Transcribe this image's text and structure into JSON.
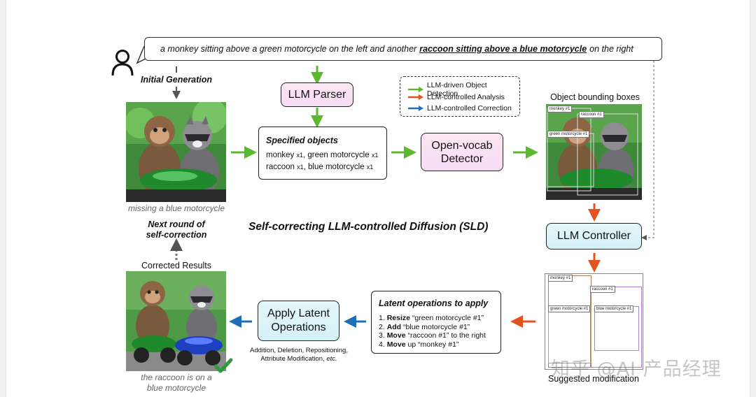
{
  "prompt": {
    "before": "a monkey sitting above a green motorcycle on the left and another",
    "highlight": "raccoon sitting above a blue motorcycle",
    "after": "on the right"
  },
  "labels": {
    "initial_generation": "Initial Generation",
    "missing_note": "missing a blue motorcycle",
    "next_round_line1": "Next round of",
    "next_round_line2": "self-correction",
    "corrected_results": "Corrected Results",
    "final_note_line1": "the raccoon is on a",
    "final_note_line2": "blue motorcycle",
    "main_title": "Self-correcting LLM-controlled Diffusion (SLD)",
    "object_bboxes": "Object bounding boxes",
    "suggested_modification": "Suggested modification"
  },
  "nodes": {
    "llm_parser": "LLM Parser",
    "specified_objects": {
      "title": "Specified objects",
      "line1": "monkey",
      "line1_c": "x1",
      "line1b": ", green motorcycle",
      "line1b_c": "x1",
      "line2": "raccoon",
      "line2_c": "x1",
      "line2b": ", blue motorcycle",
      "line2b_c": "x1"
    },
    "detector_line1": "Open-vocab",
    "detector_line2": "Detector",
    "llm_controller": "LLM Controller",
    "latent_ops": {
      "title": "Latent operations to apply",
      "items": [
        {
          "num": "1.",
          "verb": "Resize",
          "rest": "“green motorcycle #1”"
        },
        {
          "num": "2.",
          "verb": "Add",
          "rest": "“blue motorcycle #1”"
        },
        {
          "num": "3.",
          "verb": "Move",
          "rest": "“raccoon #1” to the right"
        },
        {
          "num": "4.",
          "verb": "Move",
          "rest": "up “monkey #1”"
        }
      ]
    },
    "apply_latent_line1": "Apply Latent",
    "apply_latent_line2": "Operations",
    "apply_caption_line1": "Addition, Deletion, Repositioning,",
    "apply_caption_line2": "Attribute Modification,",
    "apply_caption_etc": "etc."
  },
  "legend": [
    {
      "label": "LLM-driven Object Detection",
      "color": "#5cb82e"
    },
    {
      "label": "LLM-controlled Analysis",
      "color": "#e2531f"
    },
    {
      "label": "LLM-controlled Correction",
      "color": "#1f6fb8"
    }
  ],
  "bbox_tags": {
    "monkey": "monkey #1",
    "raccoon": "raccoon #1",
    "green_moto": "green motorcycle #1",
    "blue_moto": "blue motorcycle #1"
  },
  "watermark": "知乎 @AI 产品经理"
}
